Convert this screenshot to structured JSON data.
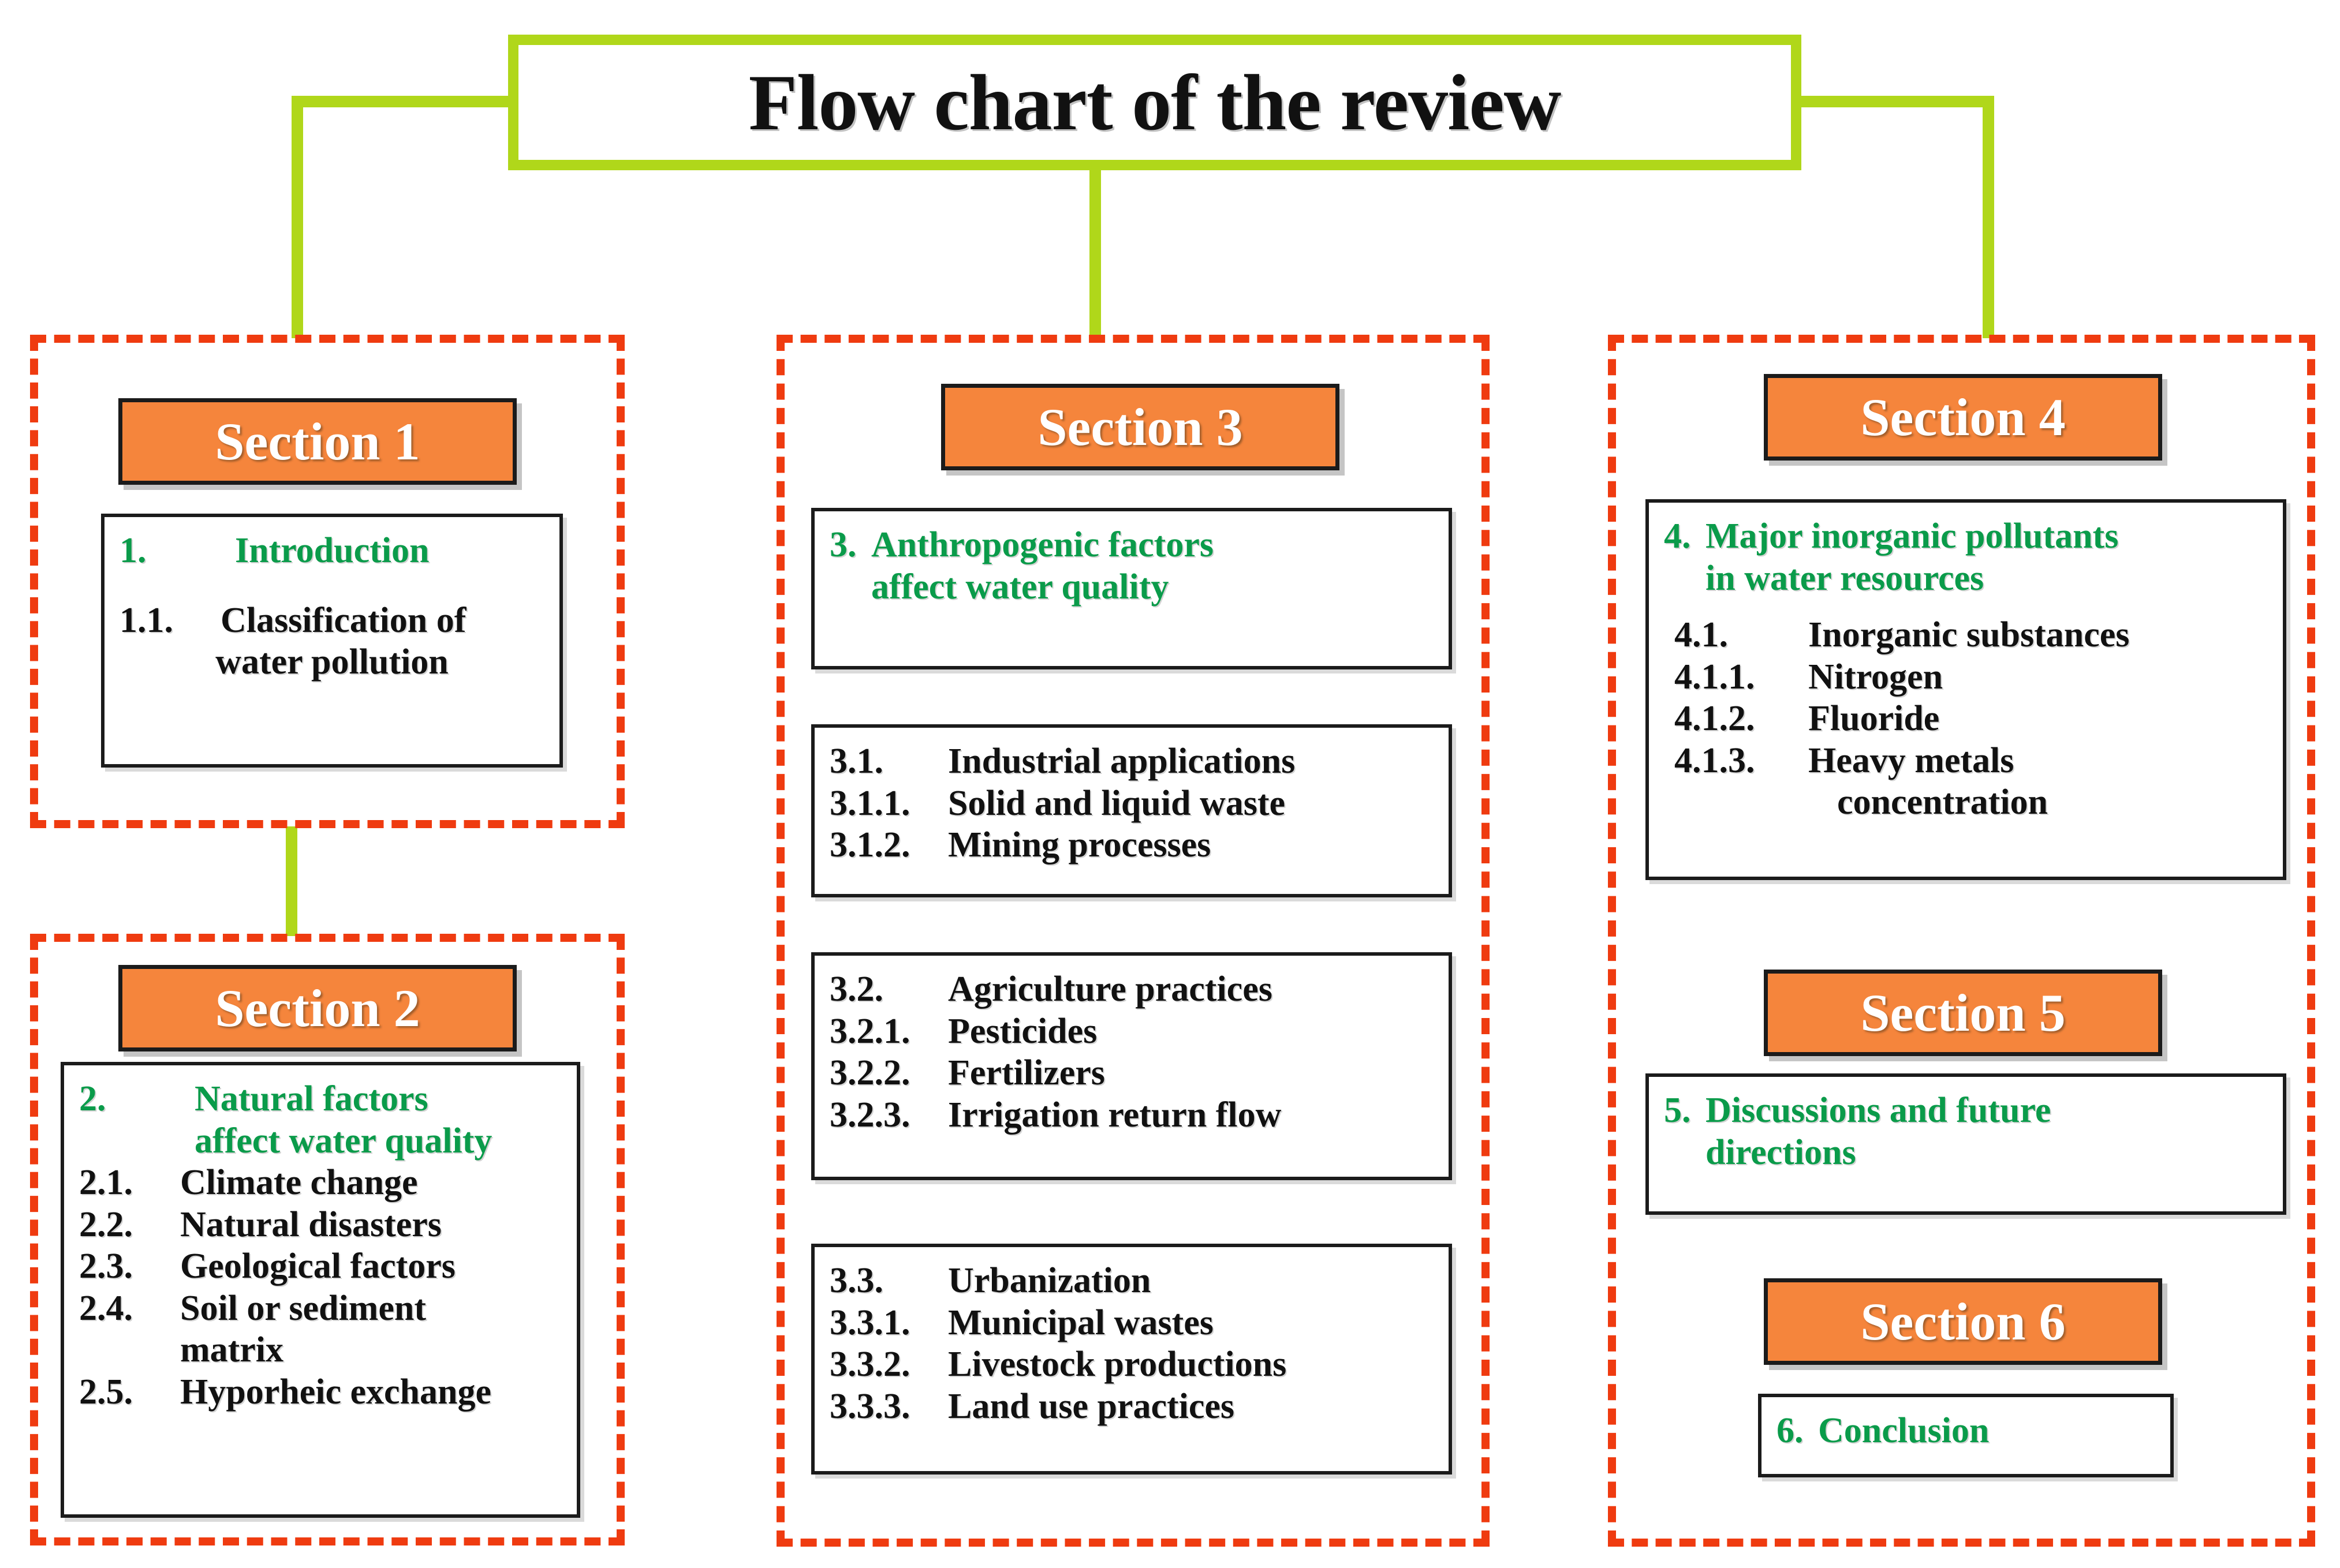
{
  "title": {
    "text": "Flow chart of the review"
  },
  "colors": {
    "connector_green": "#b0d71a",
    "dashed_border": "#ef3b10",
    "section_header_orange": "#f5853c",
    "heading_green": "#0a9b4a",
    "body_black": "#111111",
    "box_white": "#ffffff"
  },
  "sections": {
    "section1": {
      "header": "Section 1",
      "items": [
        {
          "num": "1.",
          "text": "Introduction",
          "color": "green"
        },
        {
          "num": "1.1.",
          "text": "Classification of",
          "text2": "water pollution",
          "color": "black"
        }
      ]
    },
    "section2": {
      "header": "Section 2",
      "items": [
        {
          "num": "2.",
          "text": "Natural factors",
          "text2": "affect water quality",
          "color": "green"
        },
        {
          "num": "2.1.",
          "text": "Climate change",
          "color": "black"
        },
        {
          "num": "2.2.",
          "text": "Natural disasters",
          "color": "black"
        },
        {
          "num": "2.3.",
          "text": "Geological factors",
          "color": "black"
        },
        {
          "num": "2.4.",
          "text": "Soil or sediment",
          "text2": "matrix",
          "color": "black"
        },
        {
          "num": "2.5.",
          "text": "Hyporheic exchange",
          "color": "black"
        }
      ]
    },
    "section3": {
      "header": "Section 3",
      "box_a": [
        {
          "num": "3.",
          "text": "Anthropogenic factors",
          "text2": "affect water quality",
          "color": "green"
        }
      ],
      "box_b": [
        {
          "num": "3.1.",
          "text": "Industrial applications",
          "color": "black"
        },
        {
          "num": "3.1.1.",
          "text": "Solid and liquid waste",
          "color": "black"
        },
        {
          "num": "3.1.2.",
          "text": "Mining processes",
          "color": "black"
        }
      ],
      "box_c": [
        {
          "num": "3.2.",
          "text": "Agriculture practices",
          "color": "black"
        },
        {
          "num": "3.2.1.",
          "text": "Pesticides",
          "color": "black"
        },
        {
          "num": "3.2.2.",
          "text": "Fertilizers",
          "color": "black"
        },
        {
          "num": "3.2.3.",
          "text": "Irrigation return flow",
          "color": "black"
        }
      ],
      "box_d": [
        {
          "num": "3.3.",
          "text": "Urbanization",
          "color": "black"
        },
        {
          "num": "3.3.1.",
          "text": "Municipal wastes",
          "color": "black"
        },
        {
          "num": "3.3.2.",
          "text": "Livestock productions",
          "color": "black"
        },
        {
          "num": "3.3.3.",
          "text": "Land use practices",
          "color": "black"
        }
      ]
    },
    "section4": {
      "header": "Section 4",
      "items": [
        {
          "num": "4.",
          "text": "Major inorganic pollutants",
          "text2": "in water resources",
          "color": "green"
        },
        {
          "num": "4.1.",
          "text": "Inorganic substances",
          "color": "black"
        },
        {
          "num": "4.1.1.",
          "text": "Nitrogen",
          "color": "black"
        },
        {
          "num": "4.1.2.",
          "text": "Fluoride",
          "color": "black"
        },
        {
          "num": "4.1.3.",
          "text": "Heavy metals",
          "text2": "concentration",
          "color": "black"
        }
      ]
    },
    "section5": {
      "header": "Section 5",
      "items": [
        {
          "num": "5.",
          "text": "Discussions and future",
          "text2": "directions",
          "color": "green"
        }
      ]
    },
    "section6": {
      "header": "Section 6",
      "items": [
        {
          "num": "6.",
          "text": "Conclusion",
          "color": "green"
        }
      ]
    }
  }
}
